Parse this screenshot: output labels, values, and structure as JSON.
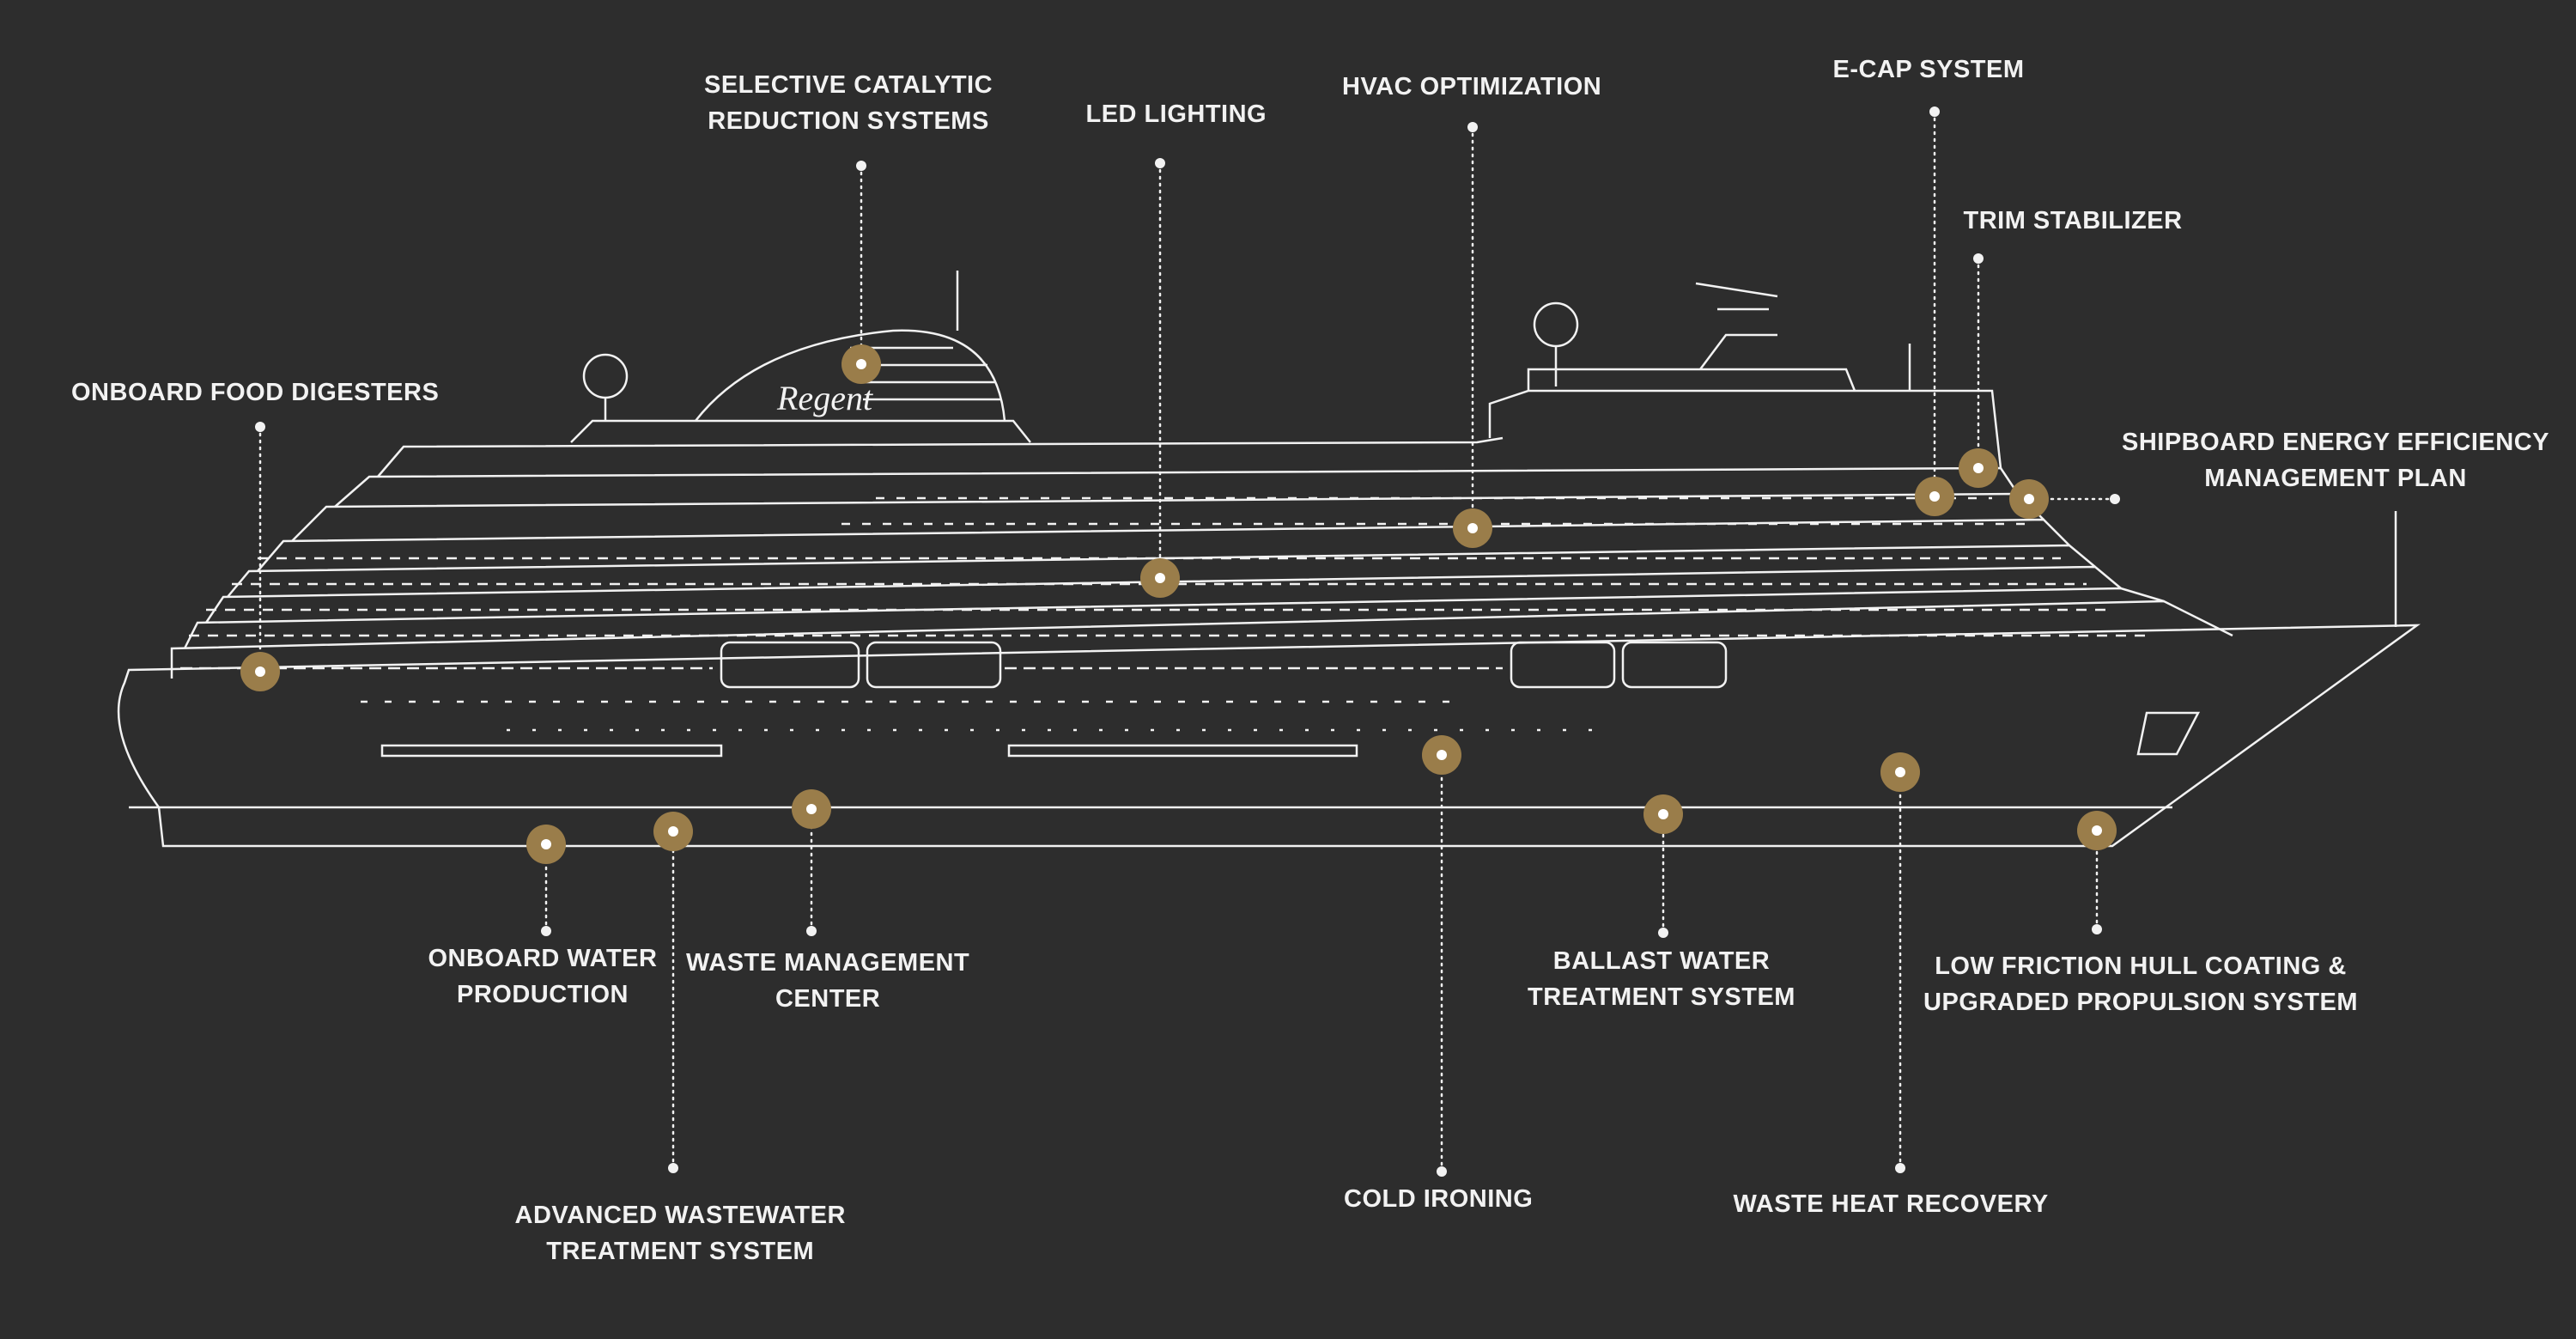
{
  "diagram": {
    "ship_logo": "Regent",
    "features": [
      {
        "id": "onboard-food-digesters",
        "lines": [
          "ONBOARD FOOD DIGESTERS"
        ]
      },
      {
        "id": "selective-catalytic-reduction",
        "lines": [
          "SELECTIVE CATALYTIC",
          "REDUCTION SYSTEMS"
        ]
      },
      {
        "id": "led-lighting",
        "lines": [
          "LED LIGHTING"
        ]
      },
      {
        "id": "hvac-optimization",
        "lines": [
          "HVAC OPTIMIZATION"
        ]
      },
      {
        "id": "e-cap-system",
        "lines": [
          "E-CAP SYSTEM"
        ]
      },
      {
        "id": "trim-stabilizer",
        "lines": [
          "TRIM STABILIZER"
        ]
      },
      {
        "id": "shipboard-energy-efficiency",
        "lines": [
          "SHIPBOARD ENERGY EFFICIENCY",
          "MANAGEMENT PLAN"
        ]
      },
      {
        "id": "onboard-water-production",
        "lines": [
          "ONBOARD WATER",
          "PRODUCTION"
        ]
      },
      {
        "id": "waste-management-center",
        "lines": [
          "WASTE MANAGEMENT",
          "CENTER"
        ]
      },
      {
        "id": "advanced-wastewater",
        "lines": [
          "ADVANCED WASTEWATER",
          "TREATMENT SYSTEM"
        ]
      },
      {
        "id": "cold-ironing",
        "lines": [
          "COLD IRONING"
        ]
      },
      {
        "id": "ballast-water",
        "lines": [
          "BALLAST WATER",
          "TREATMENT SYSTEM"
        ]
      },
      {
        "id": "waste-heat-recovery",
        "lines": [
          "WASTE HEAT RECOVERY"
        ]
      },
      {
        "id": "low-friction-hull",
        "lines": [
          "LOW FRICTION HULL COATING &",
          "UPGRADED PROPULSION SYSTEM"
        ]
      }
    ]
  },
  "colors": {
    "background": "#2d2d2d",
    "line": "#f2f2f2",
    "marker": "#9a7d4a",
    "marker_core": "#ffffff"
  }
}
